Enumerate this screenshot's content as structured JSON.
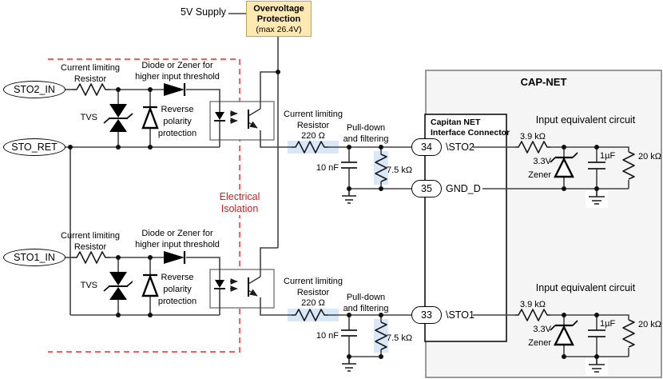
{
  "supply": {
    "label": "5V Supply"
  },
  "ovp": {
    "title1": "Overvoltage",
    "title2": "Protection",
    "subtitle": "(max 26.4V)"
  },
  "isolation": {
    "line1": "Electrical",
    "line2": "Isolation"
  },
  "nets": {
    "sto2_in": "STO2_IN",
    "sto_ret": "STO_RET",
    "sto1_in": "STO1_IN"
  },
  "labels": {
    "current_limiting": "Current limiting",
    "resistor": "Resistor",
    "tvs": "TVS",
    "diode_zener1": "Diode or Zener for",
    "diode_zener2": "higher input threshold",
    "revpol1": "Reverse",
    "revpol2": "polarity",
    "revpol3": "protection",
    "out_res_value": "220 Ω",
    "pulldown1": "Pull-down",
    "pulldown2": "and filtering",
    "filter_cap": "10 nF",
    "pull_res": "7.5 kΩ"
  },
  "capnet": {
    "title": "CAP-NET",
    "connector1": "Capitan NET",
    "connector2": "Interface Connector"
  },
  "pins": {
    "p34": {
      "num": "34",
      "name": "\\STO2"
    },
    "p35": {
      "num": "35",
      "name": "GND_D"
    },
    "p33": {
      "num": "33",
      "name": "\\STO1"
    }
  },
  "equiv": {
    "title": "Input equivalent circuit",
    "series_res": "3.9 kΩ",
    "zener_v": "3.3V",
    "zener_word": "Zener",
    "cap": "1µF",
    "shunt_res": "20 kΩ"
  },
  "colors": {
    "wire": "#424242",
    "symbol": "#000000",
    "capnet_fill": "#f5f5f5",
    "capnet_border": "#666666",
    "highlight_blue": "#d9e8f8",
    "isolation_red": "#ff4444",
    "ovp_fill": "#ffe9b3",
    "ovp_border": "#c9a24d"
  }
}
